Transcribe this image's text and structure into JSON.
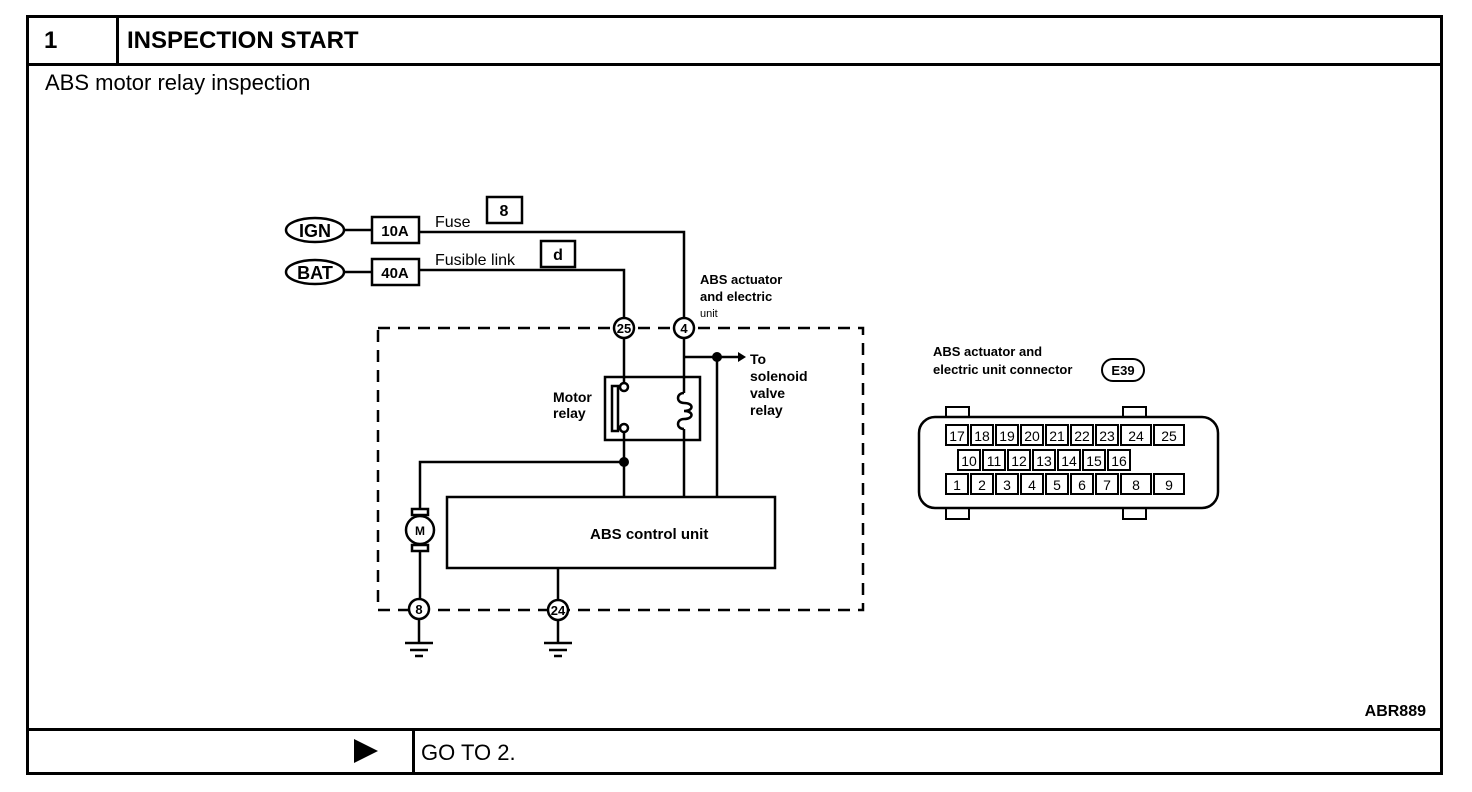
{
  "header": {
    "step_number": "1",
    "title": "INSPECTION START"
  },
  "subtitle": "ABS motor relay inspection",
  "diagram": {
    "ign_label": "IGN",
    "bat_label": "BAT",
    "ign_fuse": "10A",
    "bat_fuse": "40A",
    "fuse_label": "Fuse",
    "fuse_number": "8",
    "fusible_link_label": "Fusible link",
    "fusible_link_id": "d",
    "unit_label_line1": "ABS actuator",
    "unit_label_line2": "and electric",
    "unit_label_line3": "unit",
    "pin_25": "25",
    "pin_4": "4",
    "pin_8": "8",
    "pin_24": "24",
    "motor_relay_line1": "Motor",
    "motor_relay_line2": "relay",
    "to_line1": "To",
    "to_line2": "solenoid",
    "to_line3": "valve",
    "to_line4": "relay",
    "motor_symbol": "M",
    "control_unit_label": "ABS control unit",
    "ground_icon": "ground-icon"
  },
  "connector": {
    "title_line1": "ABS actuator and",
    "title_line2": "electric unit connector",
    "connector_id": "E39",
    "row_top": [
      "17",
      "18",
      "19",
      "20",
      "21",
      "22",
      "23",
      "24",
      "25"
    ],
    "row_mid": [
      "10",
      "11",
      "12",
      "13",
      "14",
      "15",
      "16"
    ],
    "row_bottom": [
      "1",
      "2",
      "3",
      "4",
      "5",
      "6",
      "7",
      "8",
      "9"
    ]
  },
  "figure_id": "ABR889",
  "footer": {
    "arrow_icon": "play-arrow-icon",
    "action": "GO TO 2."
  }
}
